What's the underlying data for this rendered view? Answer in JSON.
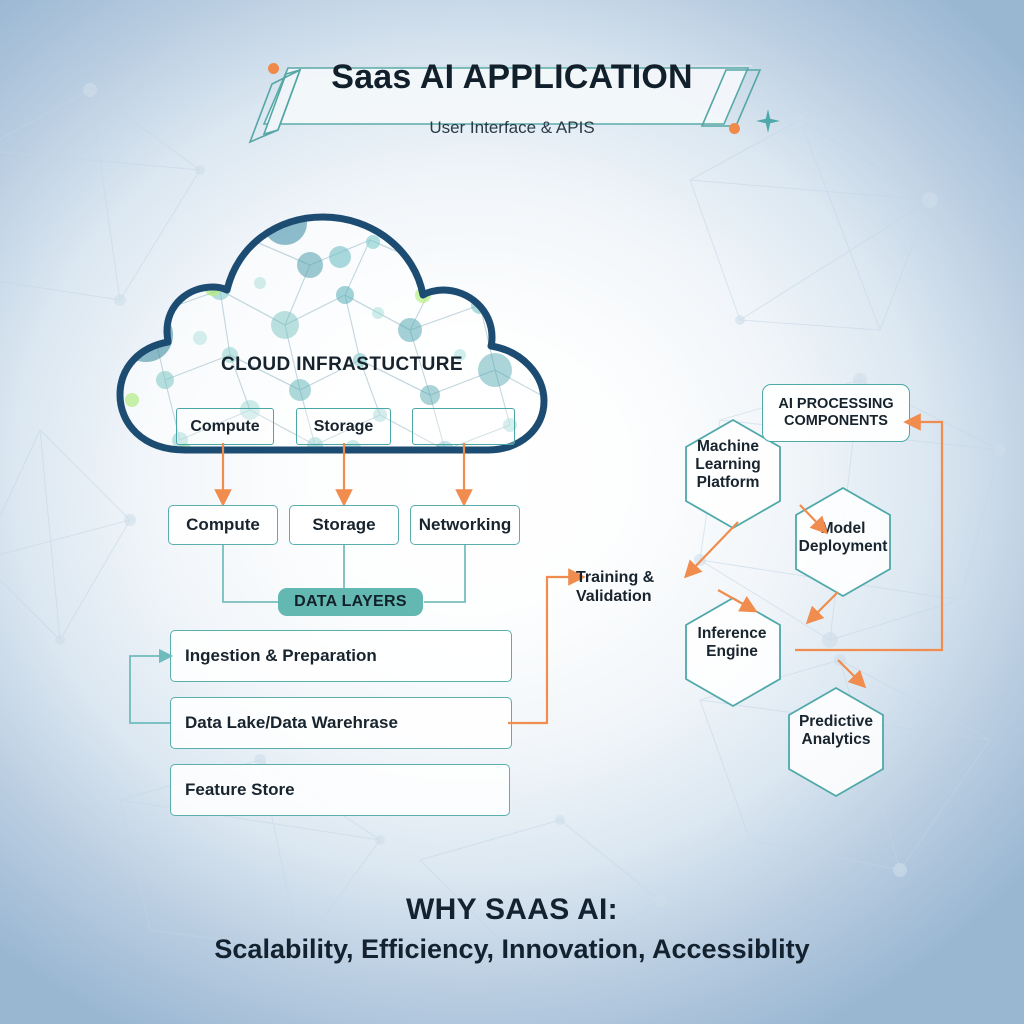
{
  "header": {
    "title": "Saas AI APPLICATION",
    "subtitle": "User Interface & APIS"
  },
  "cloud": {
    "label": "CLOUD INFRASTUCTURE",
    "inner_boxes": [
      {
        "label": "Compute"
      },
      {
        "label": "Storage"
      },
      {
        "label": ""
      }
    ]
  },
  "infrastructure_row": [
    {
      "label": "Compute"
    },
    {
      "label": "Storage"
    },
    {
      "label": "Networking"
    }
  ],
  "data_layers": {
    "badge": "DATA LAYERS",
    "items": [
      {
        "label": "Ingestion & Preparation"
      },
      {
        "label": "Data Lake/Data Warehrase"
      },
      {
        "label": "Feature Store"
      }
    ]
  },
  "ai_processing": {
    "title": "AI PROCESSING COMPONENTS",
    "training_label": "Training & Validation",
    "nodes": [
      {
        "label": "Machine Learning Platform"
      },
      {
        "label": "Model Deployment"
      },
      {
        "label": "Inference Engine"
      },
      {
        "label": "Predictive Analytics"
      }
    ]
  },
  "footer": {
    "title": "WHY SAAS AI:",
    "subtitle": "Scalability, Efficiency, Innovation, Accessiblity"
  },
  "colors": {
    "teal": "#4fa8a9",
    "teal_badge": "#63b8b2",
    "orange": "#ef8c4e",
    "cloud_outline": "#1d4c72",
    "text_dark": "#16222c",
    "bg_edge": "#9ab7d2"
  }
}
